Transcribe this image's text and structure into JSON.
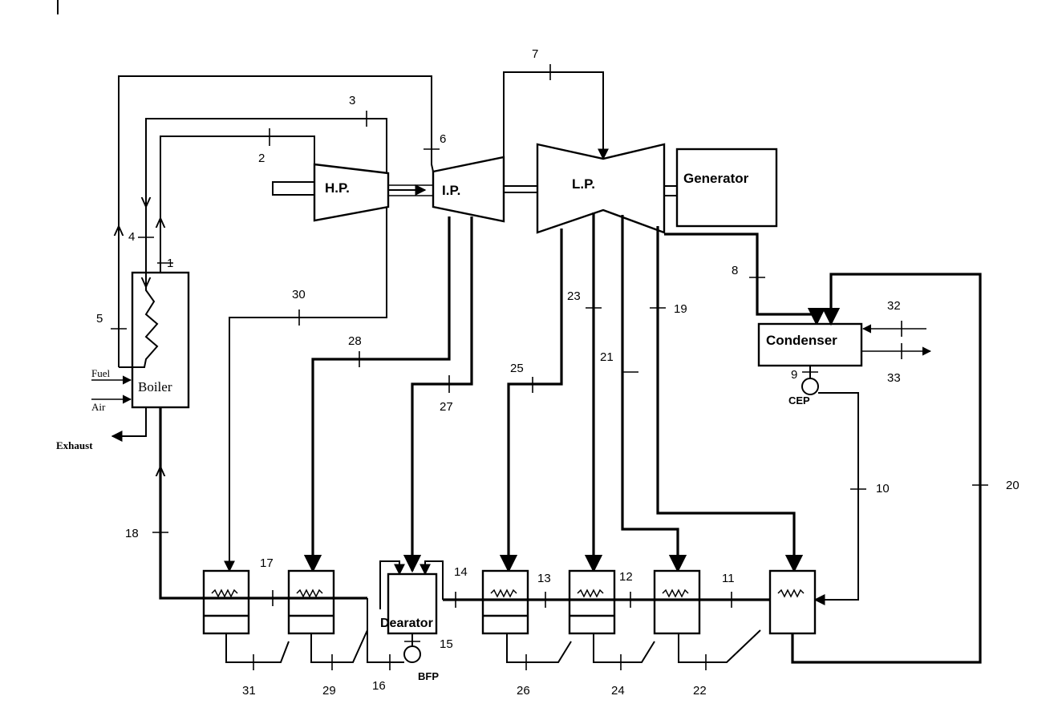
{
  "components": {
    "hp_turbine": "H.P.",
    "ip_turbine": "I.P.",
    "lp_turbine": "L.P.",
    "generator": "Generator",
    "condenser": "Condenser",
    "boiler": "Boiler",
    "dearator": "Dearator",
    "cep": "CEP",
    "bfp": "BFP"
  },
  "boiler_streams": {
    "fuel": "Fuel",
    "air": "Air",
    "exhaust": "Exhaust"
  },
  "state_points": [
    "1",
    "2",
    "3",
    "4",
    "5",
    "6",
    "7",
    "8",
    "9",
    "10",
    "11",
    "12",
    "13",
    "14",
    "15",
    "16",
    "17",
    "18",
    "19",
    "20",
    "21",
    "22",
    "23",
    "24",
    "25",
    "26",
    "27",
    "28",
    "29",
    "30",
    "31",
    "32",
    "33"
  ]
}
